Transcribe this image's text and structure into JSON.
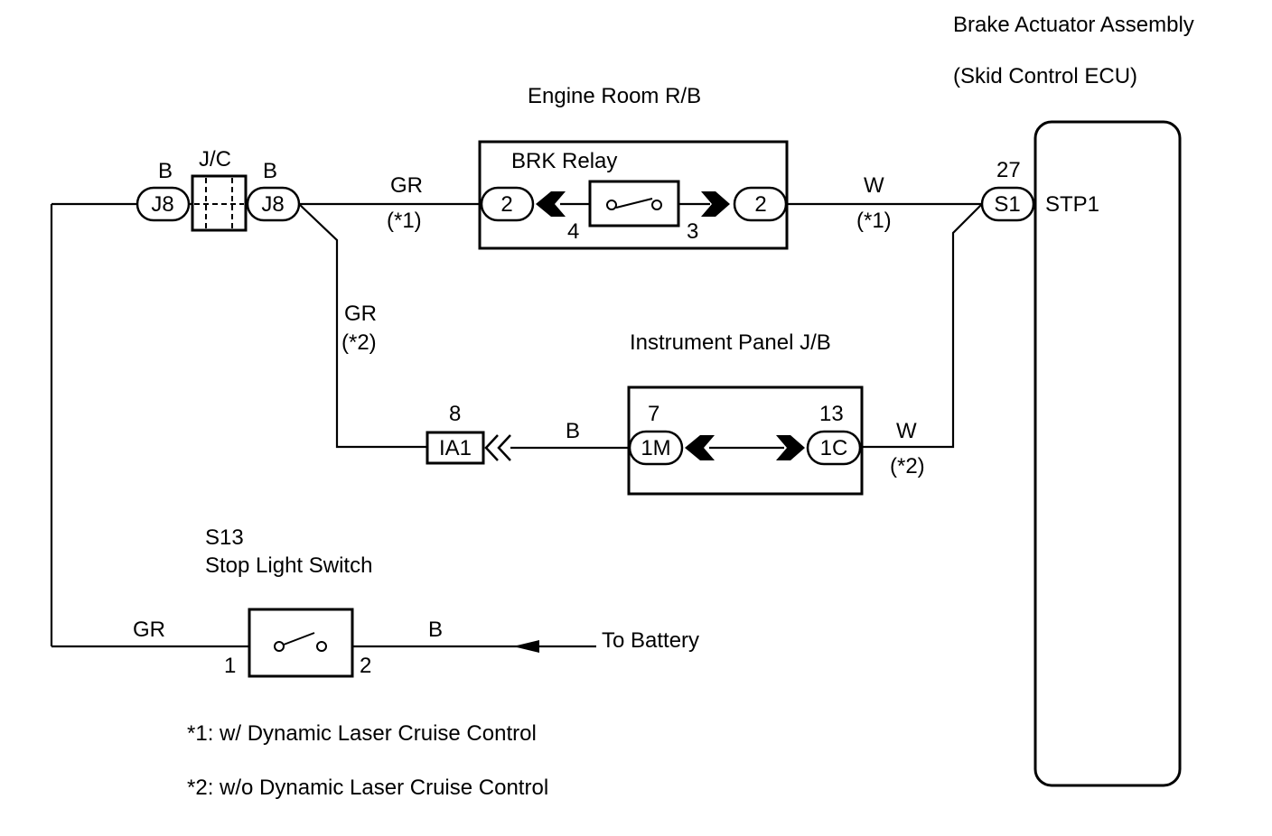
{
  "ecu": {
    "title": "Brake Actuator Assembly",
    "subtitle": "(Skid Control ECU)",
    "terminal_pin": "27",
    "terminal_connector": "S1",
    "terminal_name": "STP1"
  },
  "engine_room_rb": {
    "title": "Engine Room R/B",
    "relay_label": "BRK Relay",
    "left_connector": "2",
    "right_connector": "2",
    "left_pin": "4",
    "right_pin": "3"
  },
  "jc": {
    "label": "J/C",
    "left_connector": "J8",
    "right_connector": "J8",
    "left_wire": "B",
    "right_wire": "B"
  },
  "wires": {
    "gr_top": "GR",
    "gr_top_note": "(*1)",
    "w_top": "W",
    "w_top_note": "(*1)",
    "gr_branch": "GR",
    "gr_branch_note": "(*2)",
    "b_middle": "B",
    "w_bottom": "W",
    "w_bottom_note": "(*2)",
    "gr_switch": "GR",
    "b_battery": "B"
  },
  "instrument_panel_jb": {
    "title": "Instrument Panel J/B",
    "left_pin": "7",
    "left_connector": "1M",
    "right_pin": "13",
    "right_connector": "1C"
  },
  "ia1": {
    "pin": "8",
    "connector": "IA1"
  },
  "stop_light_switch": {
    "code": "S13",
    "name": "Stop Light Switch",
    "pin_left": "1",
    "pin_right": "2"
  },
  "battery": {
    "label": "To Battery"
  },
  "notes": {
    "note1": "*1: w/ Dynamic Laser Cruise Control",
    "note2": "*2: w/o Dynamic Laser Cruise Control"
  }
}
